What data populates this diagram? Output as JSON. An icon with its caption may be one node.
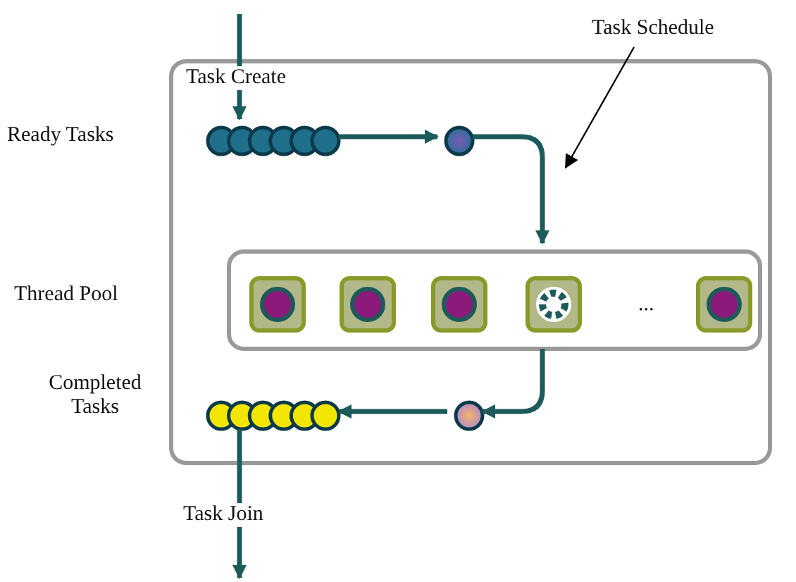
{
  "diagram": {
    "nodes": [
      {
        "text": [],
        "shape": "box"
      },
      {
        "text": [],
        "shape": "circle",
        "in": 0
      },
      {
        "text": [],
        "shape": "circle",
        "in": 0
      },
      {
        "text": [],
        "shape": "box",
        "in": 0
      },
      {
        "text": [],
        "shape": "box",
        "in": 3
      },
      {
        "text": [],
        "shape": "box",
        "in": 3
      },
      {
        "text": [],
        "shape": "box",
        "in": 3
      },
      {
        "text": [],
        "shape": "box",
        "in": 3
      },
      {
        "text": [],
        "shape": "box",
        "in": 3
      },
      {
        "text": [],
        "shape": "circle",
        "in": 0
      },
      {
        "text": [],
        "shape": "circle",
        "in": 0,
        "beside": [
          "Completed Tasks"
        ]
      },
      {
        "text": [
          "Task Schedule"
        ]
      }
    ],
    "edges": [
      {
        "from": null,
        "to": 1,
        "arrow": "to",
        "label": "Task Create"
      },
      {
        "from": 1,
        "to": 2,
        "arrow": "to"
      },
      {
        "from": 2,
        "to": 3,
        "arrow": "to"
      },
      {
        "from": 3,
        "to": 9,
        "arrow": "to"
      },
      {
        "from": 9,
        "to": 10,
        "arrow": "to"
      },
      {
        "from": 10,
        "to": null,
        "arrow": "to",
        "label": "Task Join"
      },
      {
        "from": 11,
        "to": null,
        "arrow": "to",
        "color": "#000000"
      }
    ],
    "labels": [
      "Ready Tasks",
      "Thread Pool",
      "..."
    ]
  }
}
